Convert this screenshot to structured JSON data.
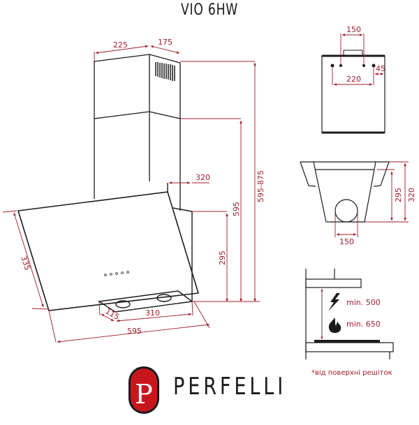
{
  "header": {
    "title": "VIO 6HW"
  },
  "side_view": {
    "dimensions": {
      "chimney_front_width": "225",
      "chimney_side_depth": "175",
      "total_height_range": "595-875",
      "chimney_lower_height": "595",
      "body_height": "295",
      "body_depth_top": "320",
      "glass_panel_height": "335",
      "bottom_depth": "115",
      "bottom_inner_width": "310",
      "total_width": "595"
    }
  },
  "top_view": {
    "dimensions": {
      "outlet_width": "150",
      "mount_holes_spacing": "220",
      "hole_edge_offset": "45"
    }
  },
  "front_view": {
    "dimensions": {
      "outlet_diameter": "150",
      "inner_height": "295",
      "total_height": "320"
    }
  },
  "install_view": {
    "electric_min": "min. 500",
    "gas_min": "min. 650",
    "footnote": "*від поверхні решіток",
    "icons": [
      "lightning-icon",
      "flame-icon"
    ]
  },
  "brand": {
    "name": "PERFELLI",
    "logo_letter": "P",
    "color": "#c8161d"
  },
  "colors": {
    "dimension_red": "#a01c28",
    "line_black": "#1a1a1a"
  }
}
